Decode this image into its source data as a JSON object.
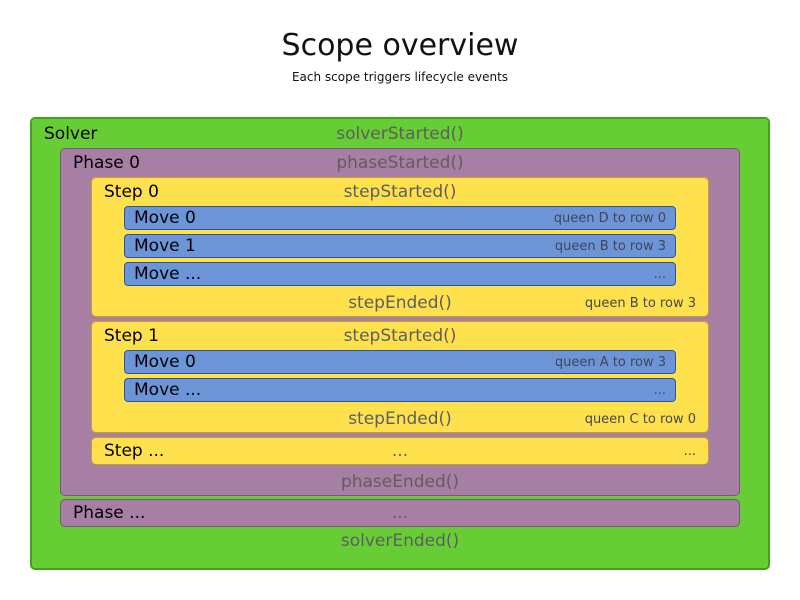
{
  "title": "Scope overview",
  "subtitle": "Each scope triggers lifecycle events",
  "colors": {
    "solver_green": "#66cd34",
    "phase_purple": "#a77ea4",
    "step_yellow": "#ffe14e",
    "move_blue": "#6c95d8"
  },
  "solver": {
    "label": "Solver",
    "started": "solverStarted()",
    "ended": "solverEnded()",
    "phase0": {
      "label": "Phase 0",
      "started": "phaseStarted()",
      "ended": "phaseEnded()",
      "steps": [
        {
          "label": "Step 0",
          "started": "stepStarted()",
          "ended": "stepEnded()",
          "ended_note": "queen B to row 3",
          "moves": [
            {
              "label": "Move 0",
              "note": "queen D to row 0"
            },
            {
              "label": "Move 1",
              "note": "queen B to row 3"
            },
            {
              "label": "Move ...",
              "note": "..."
            }
          ]
        },
        {
          "label": "Step 1",
          "started": "stepStarted()",
          "ended": "stepEnded()",
          "ended_note": "queen C to row 0",
          "moves": [
            {
              "label": "Move 0",
              "note": "queen A to row 3"
            },
            {
              "label": "Move ...",
              "note": "..."
            }
          ]
        }
      ],
      "step_more": {
        "label": "Step ...",
        "center": "...",
        "right": "..."
      }
    },
    "phase_more": {
      "label": "Phase ...",
      "center": "..."
    }
  }
}
